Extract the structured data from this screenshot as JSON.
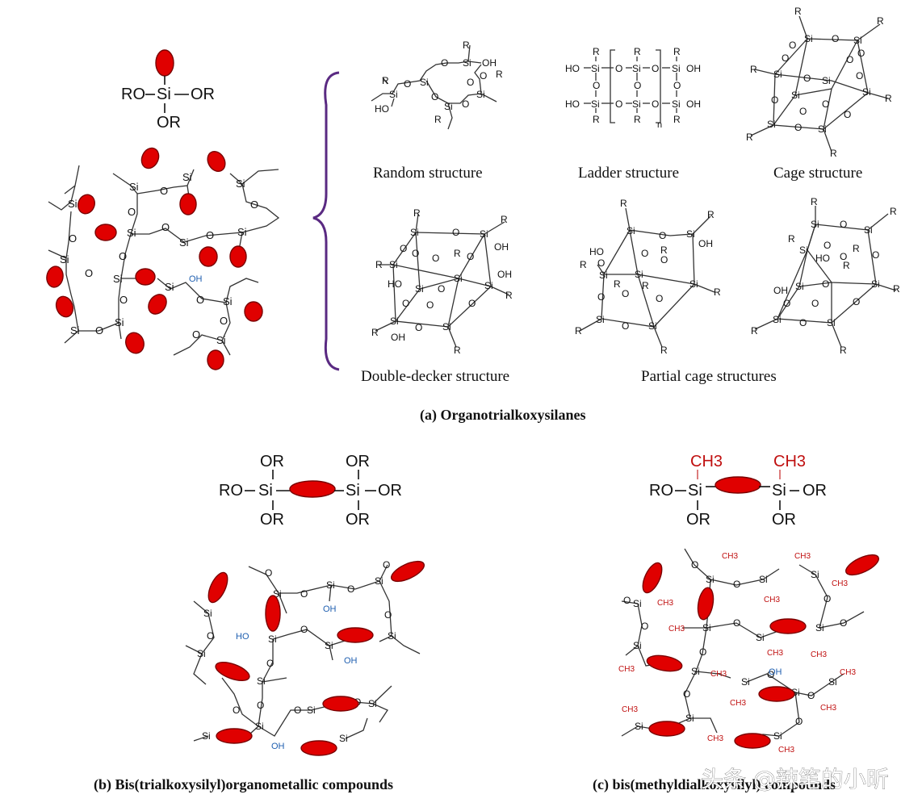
{
  "panel_a": {
    "caption": "(a) Organotrialkoxysilanes",
    "monomer": {
      "center": "Si",
      "left": "RO",
      "right": "OR",
      "bottom": "OR"
    },
    "network_oh": "OH",
    "structures": [
      {
        "label": "Random structure"
      },
      {
        "label": "Ladder structure",
        "subscript": "n"
      },
      {
        "label": "Cage structure"
      },
      {
        "label": "Double-decker structure"
      },
      {
        "label": "Partial cage structures"
      }
    ],
    "atom_labels": {
      "si": "Si",
      "o": "O",
      "r": "R",
      "oh": "OH",
      "ho": "HO"
    }
  },
  "panel_b": {
    "caption": "(b) Bis(trialkoxysilyl)organometallic  compounds",
    "monomer": {
      "left": "RO",
      "right": "OR",
      "top": "OR",
      "bottom": "OR",
      "center": "Si"
    },
    "network_oh": "OH",
    "network_ho": "HO"
  },
  "panel_c": {
    "caption": "(c) bis(methyldialkoxysilyl)  compounds",
    "monomer": {
      "left": "RO",
      "right": "OR",
      "bottom": "OR",
      "methyl": "CH3",
      "center": "Si"
    },
    "network_oh": "OH",
    "network_methyl": "CH3"
  },
  "watermark": "头条 @辣笔的小昕",
  "colors": {
    "organic_group": "#e00000",
    "brace": "#5a2a82",
    "hydroxyl": "#1f5fb0",
    "methyl": "#c01010"
  }
}
